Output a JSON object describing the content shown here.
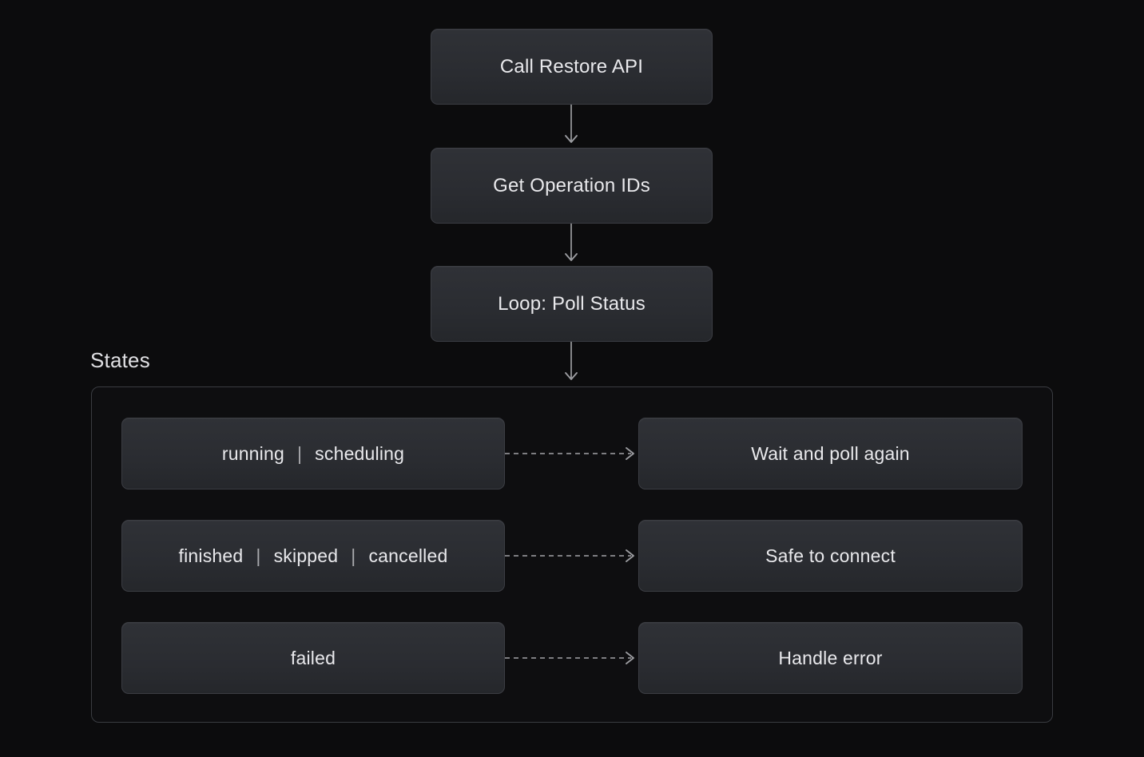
{
  "diagram": {
    "background_color": "#0c0c0d",
    "node_fill_top": "#2f3136",
    "node_fill_bottom": "#25272b",
    "node_border_color": "#3b3d43",
    "text_color": "#e9e9ec",
    "connector_color": "#9b9ca0"
  },
  "flow": {
    "nodes": [
      {
        "id": "call-restore-api",
        "label": "Call Restore API"
      },
      {
        "id": "get-operation-ids",
        "label": "Get Operation IDs"
      },
      {
        "id": "loop-poll-status",
        "label": "Loop: Poll Status"
      }
    ]
  },
  "states_group": {
    "label": "States",
    "rows": [
      {
        "state": {
          "tokens": [
            "running",
            "scheduling"
          ],
          "separator": "|"
        },
        "action": {
          "label": "Wait and poll again"
        }
      },
      {
        "state": {
          "tokens": [
            "finished",
            "skipped",
            "cancelled"
          ],
          "separator": "|"
        },
        "action": {
          "label": "Safe to connect"
        }
      },
      {
        "state": {
          "tokens": [
            "failed"
          ],
          "separator": "|"
        },
        "action": {
          "label": "Handle error"
        }
      }
    ]
  },
  "connectors": {
    "vertical_style": "solid-arrow",
    "horizontal_style": "dashed-arrow"
  }
}
